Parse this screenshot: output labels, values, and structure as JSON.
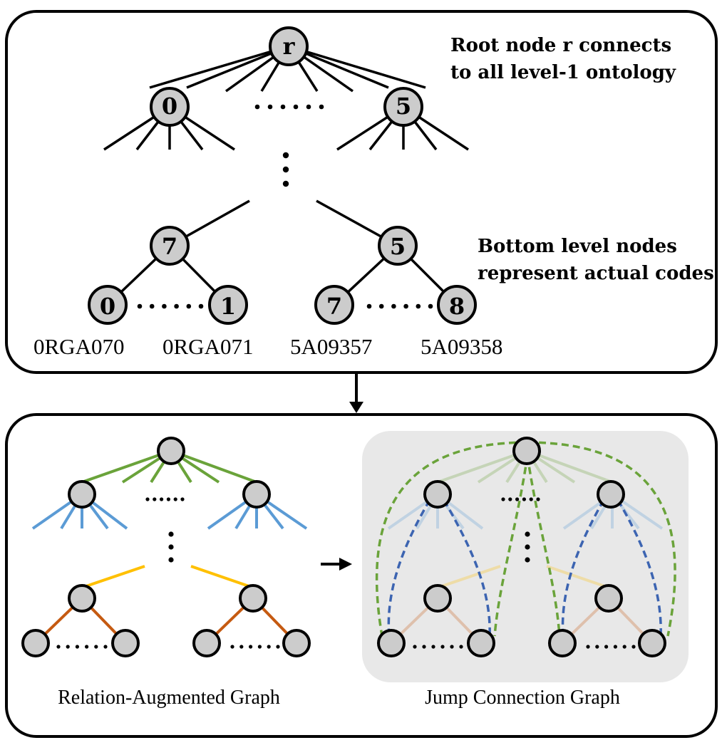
{
  "top_panel": {
    "root_label": "r",
    "level1_left_label": "0",
    "level1_right_label": "5",
    "bottom_parent_left_label": "7",
    "bottom_parent_right_label": "5",
    "leaf_labels": [
      "0",
      "1",
      "7",
      "8"
    ],
    "codes": [
      "0RGA070",
      "0RGA071",
      "5A09357",
      "5A09358"
    ],
    "annotation_root": [
      "Root node r connects",
      "to all level-1 ontology"
    ],
    "annotation_bottom": [
      "Bottom level nodes",
      "represent actual codes"
    ]
  },
  "bottom_panel": {
    "left_caption": "Relation-Augmented Graph",
    "right_caption": "Jump Connection Graph"
  },
  "colors": {
    "node_fill": "#cccccc",
    "green": "#6aa33a",
    "blue": "#5b9bd5",
    "yellow": "#ffc000",
    "orange": "#c55a11",
    "jump_green": "#6aa33a",
    "jump_blue": "#3c64b1",
    "highlight_bg": "#e8e8e8"
  }
}
